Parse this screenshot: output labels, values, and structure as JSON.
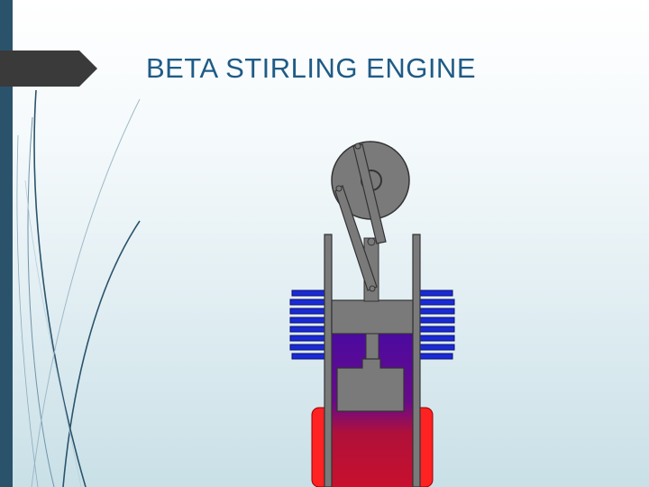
{
  "slide": {
    "title": "BETA STIRLING ENGINE"
  },
  "colors": {
    "accent_bar": "#2a536b",
    "title_tab": "#3a3a3a",
    "title_text": "#1f5b86",
    "cold_fins": "#1a2bd6",
    "hot_jacket": "#ff2222",
    "cold_gas": "#4b0aa0",
    "hot_gas": "#b0103a",
    "metal_gray": "#7a7a7a"
  },
  "diagram": {
    "components": [
      "flywheel",
      "connecting-rod",
      "power-piston",
      "displacer",
      "cooling-fins",
      "heating-jacket",
      "cylinder"
    ]
  }
}
